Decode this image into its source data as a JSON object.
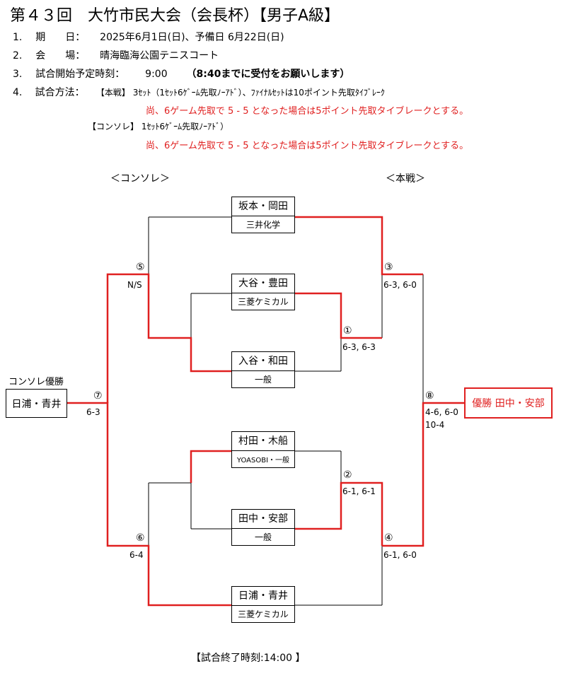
{
  "header": {
    "title": "第４３回　大竹市民大会（会長杯）【男子A級】",
    "rows": [
      {
        "num": "1.",
        "label": "期　　日：",
        "value": "2025年6月1日(日)、予備日  6月22日(日)"
      },
      {
        "num": "2.",
        "label": "会　　場：",
        "value": "晴海臨海公園テニスコート"
      },
      {
        "num": "3.",
        "label": "試合開始予定時刻：",
        "value": "9:00",
        "note": "（8:40までに受付をお願いします）"
      },
      {
        "num": "4.",
        "label": "試合方法：",
        "value": "【本戦】 3ｾｯﾄ（1ｾｯﾄ6ｹﾞｰﾑ先取ﾉｰｱﾄﾞ）、ﾌｧｲﾅﾙｾｯﾄは10ポイント先取ﾀｲﾌﾞﾚｰｸ"
      }
    ],
    "red_note_1": "尚、6ゲーム先取で 5 - 5 となった場合は5ポイント先取タイブレークとする。",
    "consolation_rule": "【コンソレ】 1ｾｯﾄ6ｹﾞｰﾑ先取ﾉｰｱﾄﾞ）",
    "red_note_2": "尚、6ゲーム先取で 5 - 5 となった場合は5ポイント先取タイブレークとする。"
  },
  "bracket": {
    "consolation_header": "＜コンソレ＞",
    "main_header": "＜本戦＞",
    "players": [
      {
        "name": "坂本・岡田",
        "affiliation": "三井化学"
      },
      {
        "name": "大谷・豊田",
        "affiliation": "三菱ケミカル"
      },
      {
        "name": "入谷・和田",
        "affiliation": "一般"
      },
      {
        "name": "村田・木船",
        "affiliation": "YOASOBI・一般"
      },
      {
        "name": "田中・安部",
        "affiliation": "一般"
      },
      {
        "name": "日浦・青井",
        "affiliation": "三菱ケミカル"
      }
    ],
    "match_numbers": {
      "m1": "①",
      "m2": "②",
      "m3": "③",
      "m4": "④",
      "m5": "⑤",
      "m6": "⑥",
      "m7": "⑦",
      "m8": "⑧"
    },
    "scores": {
      "m1": "6-3, 6-3",
      "m2": "6-1, 6-1",
      "m3": "6-3, 6-0",
      "m4": "6-1, 6-0",
      "m5": "N/S",
      "m6": "6-4",
      "m7": "6-3",
      "m8_line1": "4-6, 6-0",
      "m8_line2": "10-4"
    },
    "consolation_winner_label": "コンソレ優勝",
    "consolation_winner": "日浦・青井",
    "champion": "優勝  田中・安部",
    "end_time": "【試合終了時刻:14:00 】"
  },
  "colors": {
    "win_line": "#e02020",
    "line": "#000000",
    "note_red": "#e02020"
  }
}
